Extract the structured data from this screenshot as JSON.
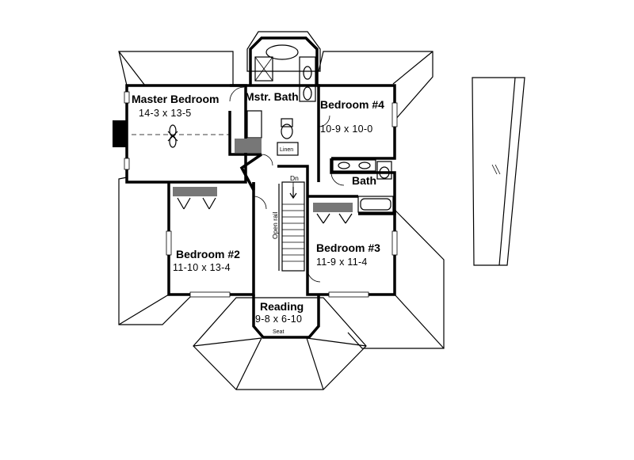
{
  "rooms": {
    "master_bedroom": {
      "name": "Master Bedroom",
      "size": "14-3 x 13-5"
    },
    "master_bath": {
      "name": "Mstr. Bath"
    },
    "bedroom4": {
      "name": "Bedroom #4",
      "size": "10-9 x 10-0"
    },
    "bath": {
      "name": "Bath"
    },
    "bedroom2": {
      "name": "Bedroom #2",
      "size": "11-10 x 13-4"
    },
    "bedroom3": {
      "name": "Bedroom #3",
      "size": "11-9 x 11-4"
    },
    "reading": {
      "name": "Reading",
      "size": "9-8 x 6-10"
    }
  },
  "notes": {
    "stair_dn": "Dn",
    "open_rail": "Open rail",
    "linen": "Linen",
    "seat": "Seat"
  }
}
